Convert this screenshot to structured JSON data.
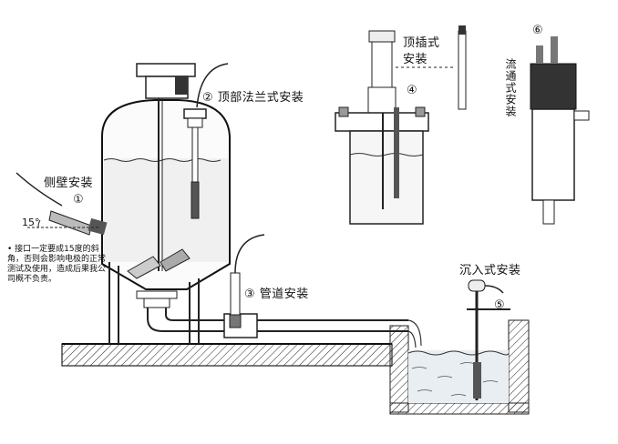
{
  "labels": {
    "side_wall": "侧壁安装",
    "side_wall_num": "①",
    "angle": "15°",
    "top_flange": "② 顶部法兰式安装",
    "pipe": "③ 管道安装",
    "top_insert_line1": "顶插式",
    "top_insert_line2": "安装",
    "top_insert_num": "④",
    "immersion": "沉入式安装",
    "immersion_num": "⑤",
    "flow_num": "⑥",
    "flow_vertical": "流通式安装"
  },
  "note": "• 接口一定要成15度的斜角，否则会影响电极的正常测试及使用，造成后果我公司概不负责。"
}
